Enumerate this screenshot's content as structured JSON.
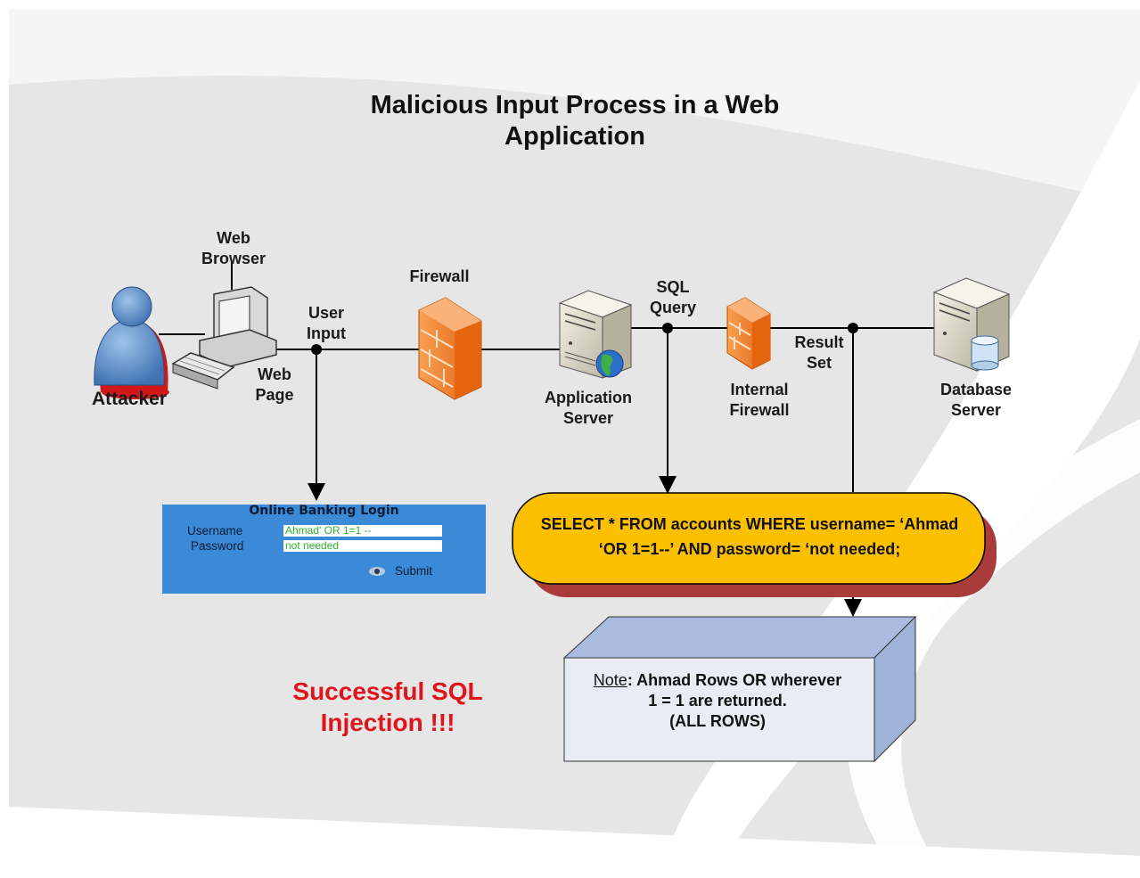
{
  "title": [
    "Malicious Input Process in a Web",
    "Application"
  ],
  "labels": {
    "web_browser": [
      "Web",
      "Browser"
    ],
    "attacker": "Attacker",
    "web_page": [
      "Web",
      "Page"
    ],
    "user_input": [
      "User",
      "Input"
    ],
    "firewall": "Firewall",
    "application_server": [
      "Application",
      "Server"
    ],
    "sql_query": [
      "SQL",
      "Query"
    ],
    "internal_firewall": [
      "Internal",
      "Firewall"
    ],
    "result_set": [
      "Result",
      "Set"
    ],
    "database_server": [
      "Database",
      "Server"
    ]
  },
  "login_form": {
    "title": "Online Banking Login",
    "username_label": "Username",
    "username_value": "Ahmad' OR 1=1 --",
    "password_label": "Password",
    "password_value": "not needed",
    "submit_label": "Submit"
  },
  "sql_box": {
    "lines": [
      "SELECT * FROM accounts WHERE username= ‘Ahmad",
      "‘OR 1=1--’ AND password= ‘not needed;"
    ]
  },
  "note_box": {
    "prefix": "Note",
    "lines": [
      ": Ahmad Rows OR wherever",
      "1 = 1 are returned.",
      "(ALL ROWS)"
    ]
  },
  "result_message": [
    "Successful SQL",
    "Injection !!!"
  ],
  "colors": {
    "firewall_orange": "#f07a20",
    "sql_box_fill": "#fcc000",
    "sql_box_shadow": "#a93b3a",
    "login_form_bg": "#3a8ad8",
    "note_box_fill": "#e9ecf4",
    "success_text": "#e0141b",
    "attacker_blue": "#5b8fcb"
  },
  "icons": [
    "attacker-icon",
    "computer-icon",
    "firewall-icon",
    "server-icon",
    "globe-icon",
    "database-icon"
  ]
}
